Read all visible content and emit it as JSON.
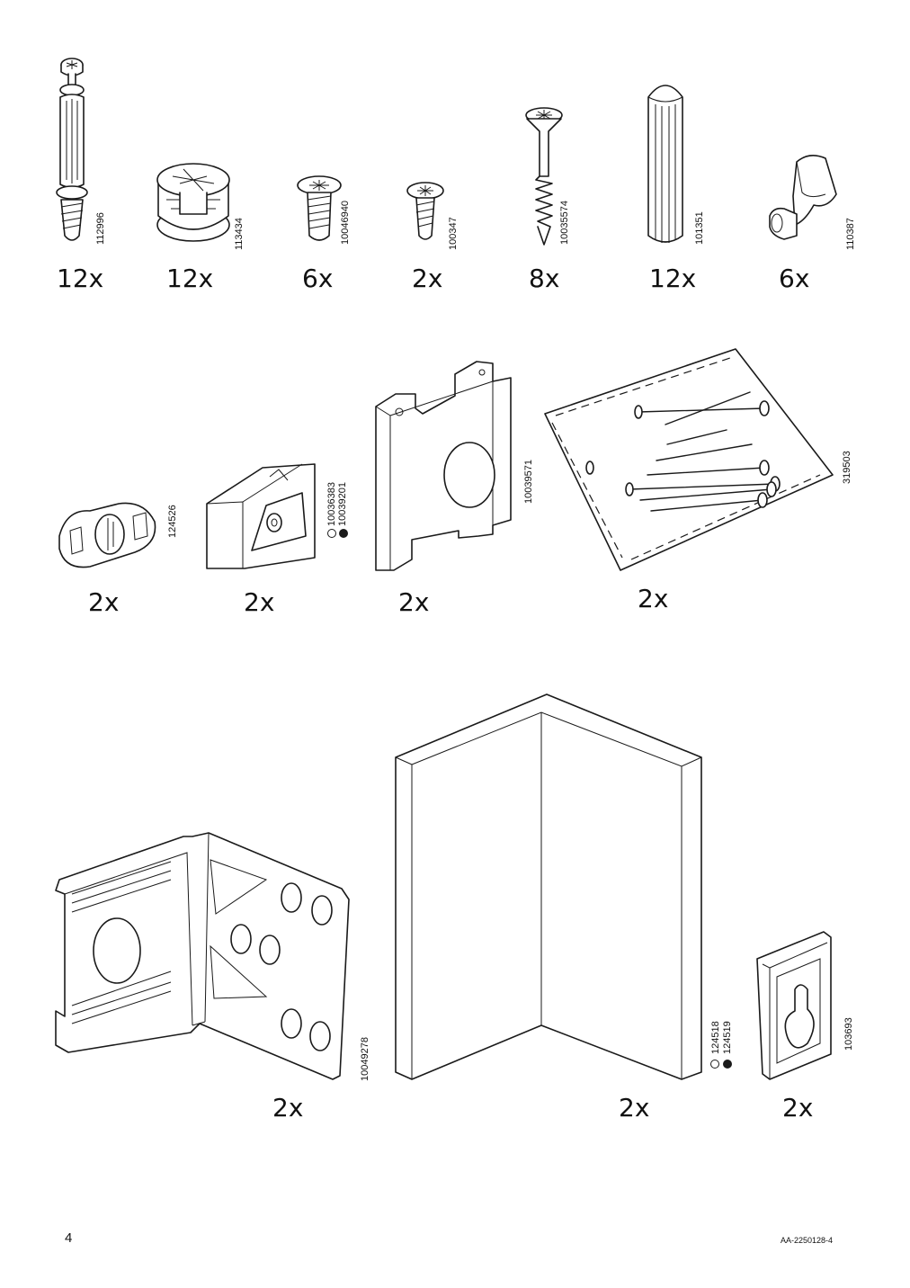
{
  "page_number": "4",
  "document_code": "AA-2250128-4",
  "parts": [
    {
      "id": "112996",
      "qty": "12x"
    },
    {
      "id": "113434",
      "qty": "12x"
    },
    {
      "id": "10046940",
      "qty": "6x"
    },
    {
      "id": "100347",
      "qty": "2x"
    },
    {
      "id": "10035574",
      "qty": "8x"
    },
    {
      "id": "101351",
      "qty": "12x"
    },
    {
      "id": "110387",
      "qty": "6x"
    },
    {
      "id": "124526",
      "qty": "2x"
    },
    {
      "id": "10036383",
      "id_alt": "10039201",
      "qty": "2x"
    },
    {
      "id": "10039571",
      "qty": "2x"
    },
    {
      "id": "319503",
      "qty": "2x"
    },
    {
      "id": "10049278",
      "qty": "2x"
    },
    {
      "id": "124518",
      "id_alt": "124519",
      "qty": "2x"
    },
    {
      "id": "103693",
      "qty": "2x"
    }
  ]
}
